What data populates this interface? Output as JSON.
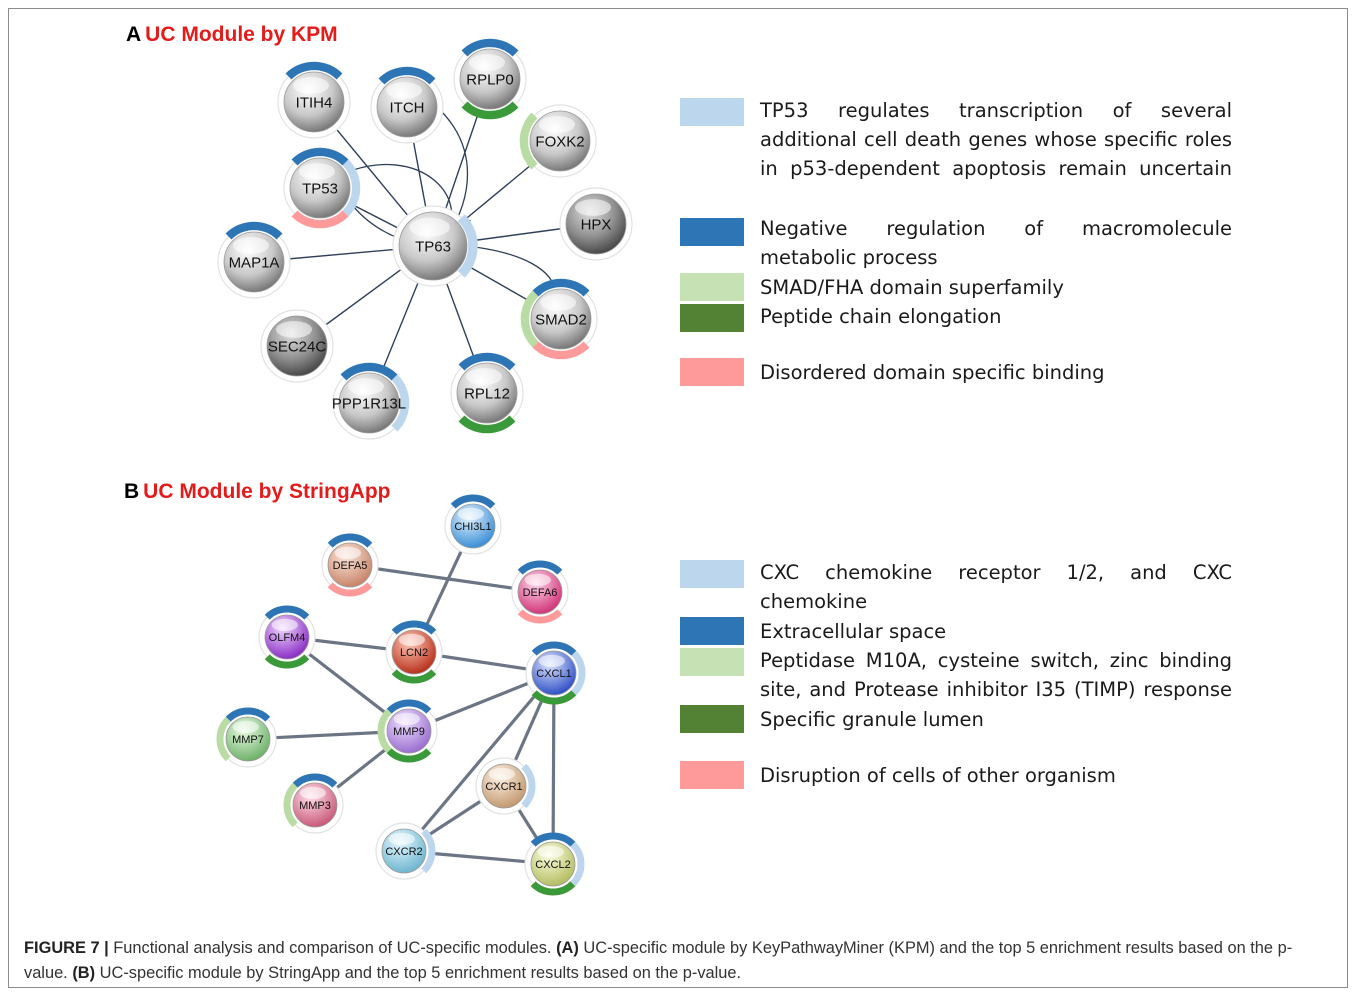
{
  "panel_a": {
    "letter": "A",
    "title": "UC Module by KPM",
    "nodes": [
      "ITIH4",
      "ITCH",
      "RPLP0",
      "FOXK2",
      "TP53",
      "HPX",
      "MAP1A",
      "TP63",
      "SMAD2",
      "SEC24C",
      "PPP1R13L",
      "RPL12"
    ],
    "legend": [
      {
        "color": "#bcd6ee",
        "text": "TP53 regulates transcription of several additional cell death genes whose specific roles in p53-dependent apoptosis remain uncertain"
      },
      {
        "color": "#2e75b6",
        "text": "Negative regulation of macromolecule metabolic process"
      },
      {
        "color": "#c6e2b5",
        "text": "SMAD/FHA domain superfamily"
      },
      {
        "color": "#548235",
        "text": "Peptide chain elongation"
      },
      {
        "color": "#ff9a9a",
        "text": "Disordered domain specific binding"
      }
    ]
  },
  "panel_b": {
    "letter": "B",
    "title": "UC Module by StringApp",
    "nodes": [
      "CHI3L1",
      "DEFA5",
      "DEFA6",
      "OLFM4",
      "LCN2",
      "CXCL1",
      "MMP7",
      "MMP9",
      "MMP3",
      "CXCR1",
      "CXCR2",
      "CXCL2"
    ],
    "legend": [
      {
        "color": "#bcd6ee",
        "text": "CXC chemokine receptor 1/2, and CXC chemokine"
      },
      {
        "color": "#2e75b6",
        "text": "Extracellular space"
      },
      {
        "color": "#c6e2b5",
        "text": "Peptidase M10A, cysteine switch, zinc binding site, and Protease inhibitor I35 (TIMP) response"
      },
      {
        "color": "#548235",
        "text": "Specific granule lumen"
      },
      {
        "color": "#ff9a9a",
        "text": "Disruption of cells of other organism"
      }
    ]
  },
  "caption": {
    "figure_label": "FIGURE 7 |",
    "intro": "Functional analysis and comparison of UC-specific modules.",
    "a_label": "(A)",
    "a_text": "UC-specific module by KeyPathwayMiner (KPM) and the top 5 enrichment results based on the p-value.",
    "b_label": "(B)",
    "b_text": "UC-specific module by StringApp and the top 5 enrichment results based on the p-value."
  }
}
